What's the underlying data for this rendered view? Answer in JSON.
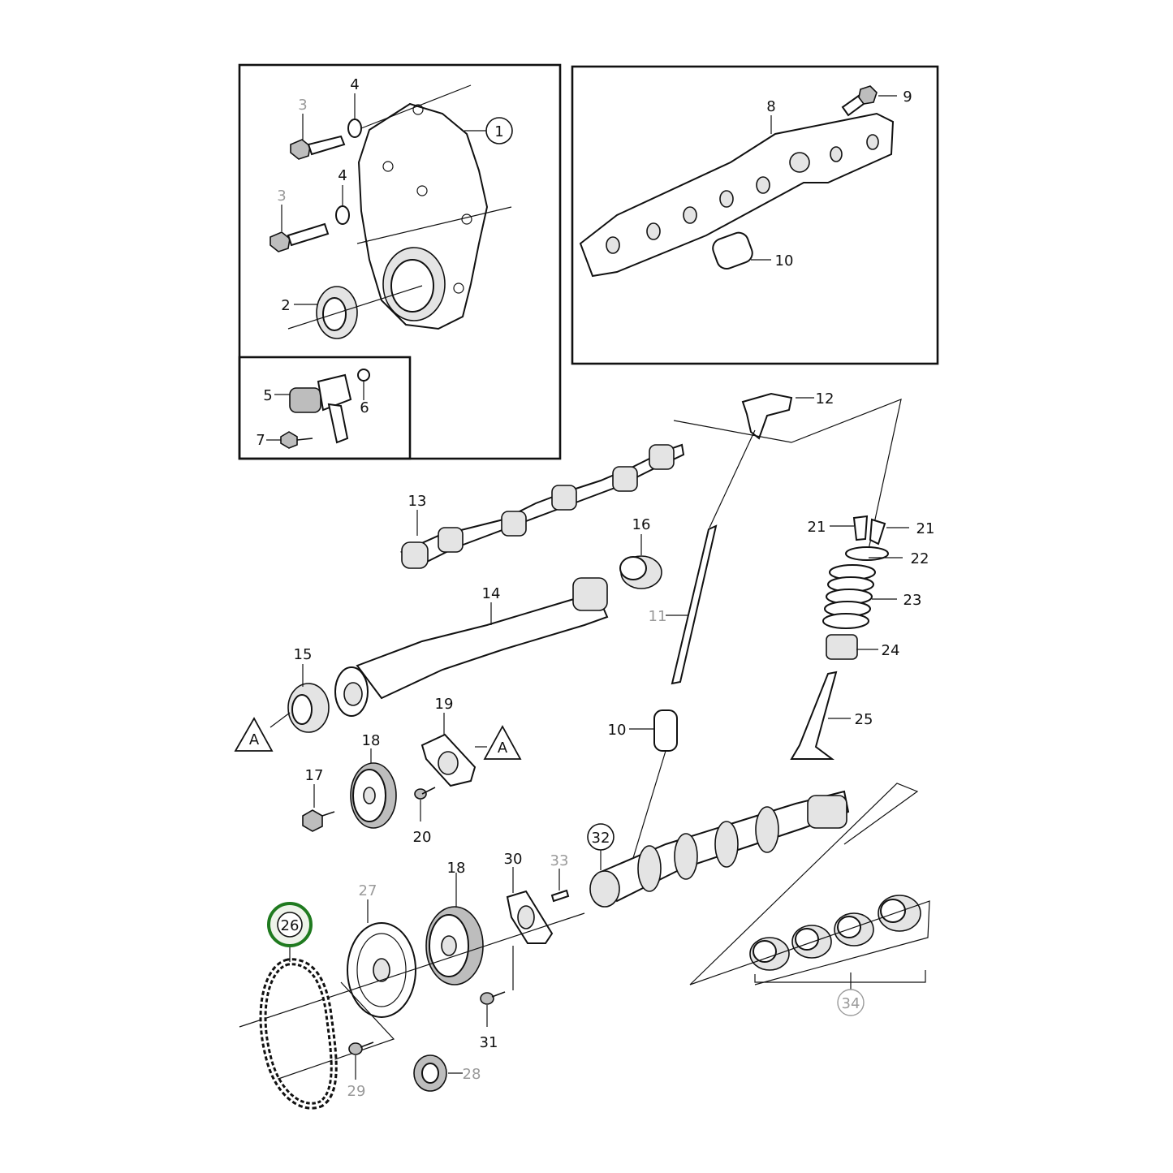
{
  "labels": {
    "p1": "1",
    "p2": "2",
    "p3a": "3",
    "p3b": "3",
    "p4a": "4",
    "p4b": "4",
    "p5": "5",
    "p6": "6",
    "p7": "7",
    "p8": "8",
    "p9": "9",
    "p10a": "10",
    "p10b": "10",
    "p11": "11",
    "p12": "12",
    "p13": "13",
    "p14": "14",
    "p15": "15",
    "p16": "16",
    "p17": "17",
    "p18a": "18",
    "p18b": "18",
    "p19": "19",
    "p20": "20",
    "p21a": "21",
    "p21b": "21",
    "p22": "22",
    "p23": "23",
    "p24": "24",
    "p25": "25",
    "p26": "26",
    "p27": "27",
    "p28": "28",
    "p29": "29",
    "p30": "30",
    "p31": "31",
    "p32": "32",
    "p33": "33",
    "p34": "34",
    "refA1": "A",
    "refA2": "A"
  },
  "highlight": {
    "part": "26",
    "color": "#1f7a1f"
  }
}
